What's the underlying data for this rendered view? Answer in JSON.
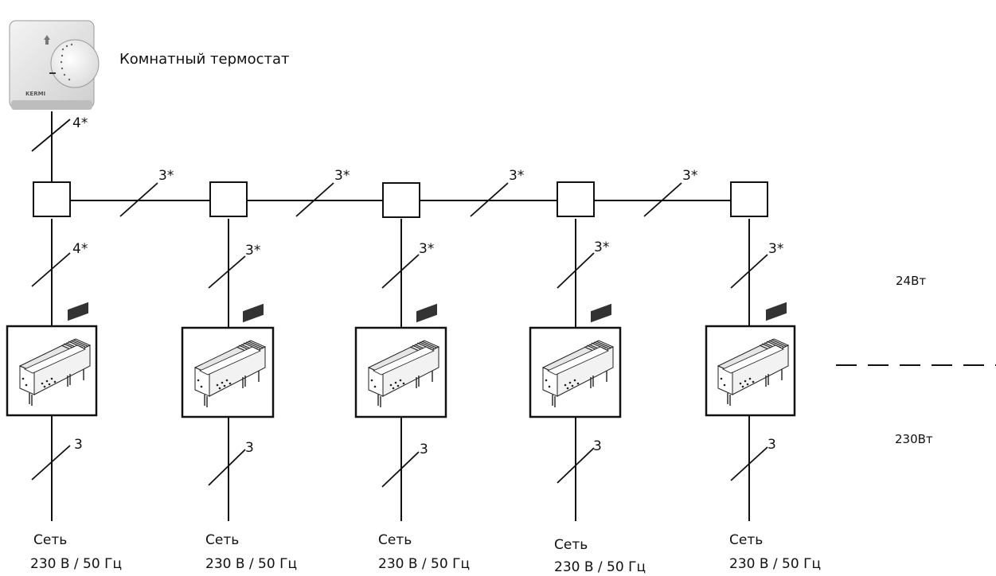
{
  "thermostat": {
    "label": "Комнатный термостат",
    "brand": "KERMI"
  },
  "top_wire": {
    "label": "4*"
  },
  "bus_segments": [
    {
      "label": "3*"
    },
    {
      "label": "3*"
    },
    {
      "label": "3*"
    },
    {
      "label": "3*"
    }
  ],
  "units": [
    {
      "control_wire": "4*",
      "power_wire": "3",
      "supply_line1": "Сеть",
      "supply_line2": "230 В / 50 Гц"
    },
    {
      "control_wire": "3*",
      "power_wire": "3",
      "supply_line1": "Сеть",
      "supply_line2": "230 В / 50 Гц"
    },
    {
      "control_wire": "3*",
      "power_wire": "3",
      "supply_line1": "Сеть",
      "supply_line2": "230 В / 50 Гц"
    },
    {
      "control_wire": "3*",
      "power_wire": "3",
      "supply_line1": "Сеть",
      "supply_line2": "230 В / 50 Гц"
    },
    {
      "control_wire": "3*",
      "power_wire": "3",
      "supply_line1": "Сеть",
      "supply_line2": "230 В / 50 Гц"
    }
  ],
  "voltage_labels": {
    "low": "24Вт",
    "high": "230Вт"
  }
}
